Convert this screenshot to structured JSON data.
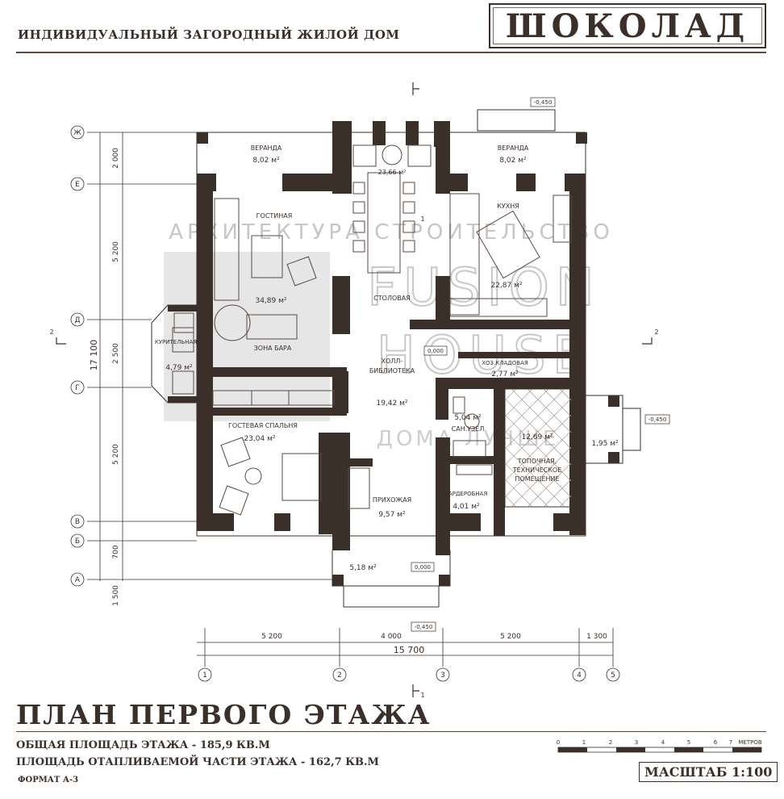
{
  "header": {
    "subtitle": "ИНДИВИДУАЛЬНЫЙ ЗАГОРОДНЫЙ ЖИЛОЙ ДОМ",
    "brand": "ШОКОЛАД"
  },
  "watermark": {
    "line1": "АРХИТЕКТУРА СТРОИТЕЛЬСТВО",
    "line2": "FUSION",
    "line3": "HOUSE",
    "line4": "ДОМА ЛУЧШЕ"
  },
  "plan": {
    "title": "ПЛАН ПЕРВОГО ЭТАЖА",
    "total_area": "ОБЩАЯ ПЛОЩАДЬ ЭТАЖА - 185,9 КВ.М",
    "heated_area": "ПЛОЩАДЬ ОТАПЛИВАЕМОЙ ЧАСТИ ЭТАЖА - 162,7 КВ.М",
    "format": "ФОРМАТ А-3",
    "scale": "МАСШТАБ 1:100"
  },
  "rooms": [
    {
      "name": "ВЕРАНДА",
      "area": "8,02 м²"
    },
    {
      "name": "",
      "area": "23,66 м²"
    },
    {
      "name": "ВЕРАНДА",
      "area": "8,02 м²"
    },
    {
      "name": "ГОСТИНАЯ",
      "area": "34,89 м²"
    },
    {
      "name": "КУХНЯ",
      "area": "22,87 м²"
    },
    {
      "name": "СТОЛОВАЯ",
      "area": ""
    },
    {
      "name": "КУРИТЕЛЬНАЯ",
      "area": "4,79 м²"
    },
    {
      "name": "ЗОНА БАРА",
      "area": ""
    },
    {
      "name": "ХОЛЛ-\nБИБЛИОТЕКА",
      "area": "19,42 м²"
    },
    {
      "name": "ХОЗ.КЛАДОВАЯ",
      "area": "2,77 м²"
    },
    {
      "name": "ГОСТЕВАЯ СПАЛЬНЯ",
      "area": "23,04 м²"
    },
    {
      "name": "САН.УЗЕЛ",
      "area": "5,04 м²"
    },
    {
      "name": "",
      "area": "12,69 м²"
    },
    {
      "name": "ТОПОЧНАЯ,\nТЕХНИЧЕСКОЕ\nПОМЕЩЕНИЕ",
      "area": ""
    },
    {
      "name": "",
      "area": "1,95 м²"
    },
    {
      "name": "ПРИХОЖАЯ",
      "area": "9,57 м²"
    },
    {
      "name": "ГАРДЕРОБНАЯ",
      "area": "4,01 м²"
    },
    {
      "name": "",
      "area": "5,18 м²"
    }
  ],
  "levels": [
    "-0,450",
    "0,000",
    "0,000",
    "-0,450",
    "-0,450"
  ],
  "axes_letters": [
    "Ж",
    "Е",
    "Д",
    "Г",
    "В",
    "Б",
    "А"
  ],
  "axes_numbers": [
    "1",
    "2",
    "3",
    "4",
    "5"
  ],
  "dims_vertical": [
    "2 000",
    "5 200",
    "2 500",
    "5 200",
    "700",
    "1 500"
  ],
  "dim_total_vertical": "17 100",
  "dims_horizontal": [
    "5 200",
    "4 000",
    "5 200",
    "1 300"
  ],
  "dim_total_horizontal": "15 700",
  "section_marks": [
    "1",
    "1",
    "2",
    "2"
  ],
  "scale_bar": {
    "ticks": [
      "0",
      "1",
      "2",
      "3",
      "4",
      "5",
      "6",
      "7"
    ],
    "unit": "МЕТРОВ"
  },
  "colors": {
    "wall": "#3b2f2a",
    "ink": "#3b2f2a",
    "watermark": "#c8c8c8"
  }
}
